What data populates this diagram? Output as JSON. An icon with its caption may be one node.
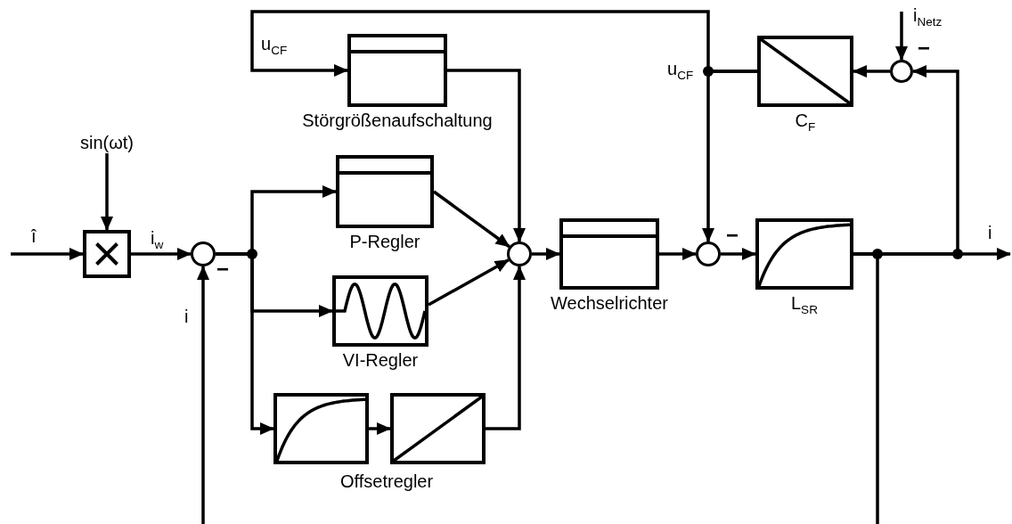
{
  "diagram": {
    "nodes": [
      {
        "text": [
          "sin(ωt)"
        ]
      },
      {
        "text": [],
        "shape": "box"
      },
      {
        "text": [
          "Störgrößenaufschaltung"
        ]
      },
      {
        "text": [
          "C$_{F}$"
        ]
      },
      {
        "text": [],
        "shape": "circle"
      },
      {
        "text": [],
        "shape": "circle"
      },
      {
        "text": [
          "P-Regler"
        ]
      },
      {
        "text": [
          "VI-Regler"
        ]
      },
      {
        "text": [],
        "shape": "box"
      },
      {
        "text": [],
        "shape": "box"
      },
      {
        "text": [],
        "shape": "circle"
      },
      {
        "text": [
          "Wechselrichter"
        ]
      },
      {
        "text": [],
        "shape": "circle"
      },
      {
        "text": [
          "L$_{SR}$"
        ]
      }
    ],
    "edges": [
      {
        "from": null,
        "to": 1,
        "arrow": "to",
        "label": "î"
      },
      {
        "from": 0,
        "to": 1,
        "arrow": "to"
      },
      {
        "from": 1,
        "to": 5,
        "arrow": "to",
        "label": "i$_{w}$"
      },
      {
        "from": null,
        "to": 5,
        "arrow": "to",
        "label": "i"
      },
      {
        "from": 5,
        "to": 6,
        "arrow": "to"
      },
      {
        "from": 5,
        "to": 7,
        "arrow": "to"
      },
      {
        "from": 5,
        "to": 8,
        "arrow": "to"
      },
      {
        "from": 8,
        "to": 9,
        "arrow": "to"
      },
      {
        "from": 9,
        "to": 10,
        "arrow": "to"
      },
      {
        "from": 6,
        "to": 10,
        "arrow": "to"
      },
      {
        "from": 7,
        "to": 10,
        "arrow": "to"
      },
      {
        "from": 2,
        "to": 10,
        "arrow": "to"
      },
      {
        "from": 3,
        "to": 2,
        "arrow": "to",
        "label": "u$_{CF}$"
      },
      {
        "from": 3,
        "to": 12,
        "arrow": "to",
        "label": "u$_{CF}$"
      },
      {
        "from": 10,
        "to": 11,
        "arrow": "to"
      },
      {
        "from": 11,
        "to": 12,
        "arrow": "to"
      },
      {
        "from": 12,
        "to": 13,
        "arrow": "to"
      },
      {
        "from": 13,
        "to": null,
        "arrow": "to",
        "label": "i"
      },
      {
        "from": 13,
        "to": 4,
        "arrow": "to"
      },
      {
        "from": 13,
        "to": null,
        "arrow": "none"
      },
      {
        "from": null,
        "to": 4,
        "arrow": "to",
        "label": "i$_{Netz}$"
      },
      {
        "from": 4,
        "to": 3,
        "arrow": "to"
      }
    ],
    "labels": [
      "−",
      "−",
      "−",
      "Offsetregler"
    ]
  }
}
